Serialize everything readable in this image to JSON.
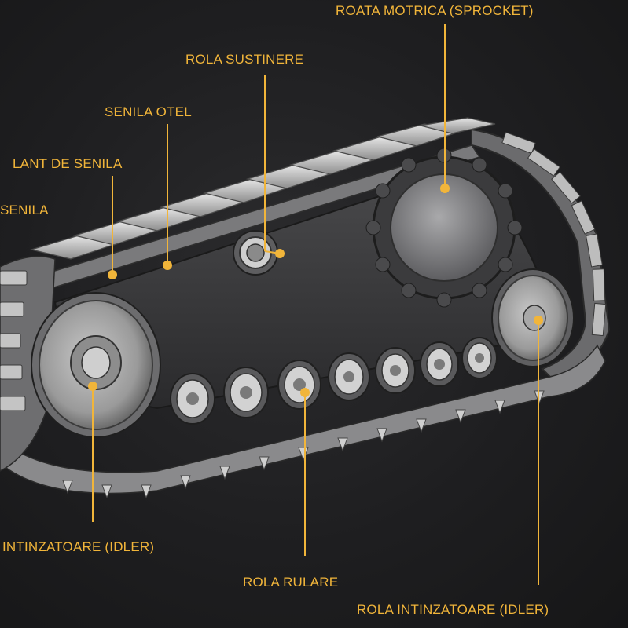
{
  "labels": {
    "roata_motrica": "ROATA MOTRICA (SPROCKET)",
    "rola_sustinere": "ROLA SUSTINERE",
    "senila_otel": "SENILA OTEL",
    "lant_de_senila": "LANT DE SENILA",
    "senila": "SENILA",
    "rola_intinzatoare_left": "INTINZATOARE (IDLER)",
    "rola_rulare": "ROLA RULARE",
    "rola_intinzatoare_right": "ROLA INTINZATOARE (IDLER)"
  },
  "colors": {
    "accent": "#f1b53a",
    "background": "#1e1e20",
    "metal_light": "#d9d9d9",
    "metal_dark": "#5a5a5a",
    "frame": "#3a3a3c"
  }
}
